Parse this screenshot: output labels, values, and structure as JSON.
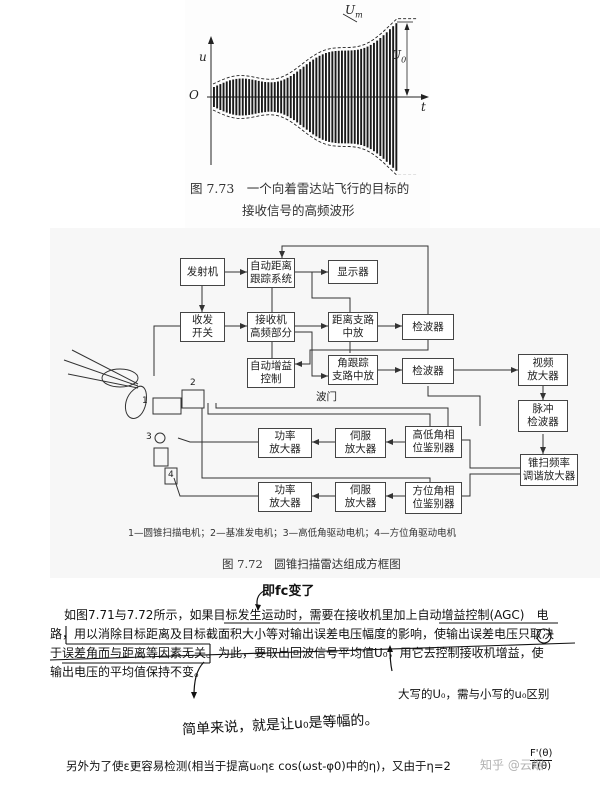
{
  "fig773": {
    "label_um": "U",
    "label_um_sub": "m",
    "label_u0": "U",
    "label_u0_sub": "0",
    "label_u": "u",
    "label_o": "O",
    "label_t": "t",
    "caption_line1": "图 7.73　一个向着雷达站飞行的目标的",
    "caption_line2": "接收信号的高频波形"
  },
  "fig772": {
    "blocks": {
      "transmitter": "发射机",
      "auto_range_l1": "自动距离",
      "auto_range_l2": "跟踪系统",
      "display": "显示器",
      "duplexer_l1": "收发",
      "duplexer_l2": "开关",
      "receiver_l1": "接收机",
      "receiver_l2": "高频部分",
      "range_if_l1": "距离支路",
      "range_if_l2": "中放",
      "detector1": "检波器",
      "agc_l1": "自动增益",
      "agc_l2": "控制",
      "angle_if_l1": "角跟踪",
      "angle_if_l2": "支路中放",
      "detector2": "检波器",
      "video_amp_l1": "视频",
      "video_amp_l2": "放大器",
      "pulse_det_l1": "脉冲",
      "pulse_det_l2": "检波器",
      "power_amp1_l1": "功率",
      "power_amp1_l2": "放大器",
      "servo1_l1": "伺服",
      "servo1_l2": "放大器",
      "elev_disc_l1": "高低角相",
      "elev_disc_l2": "位鉴别器",
      "power_amp2_l1": "功率",
      "power_amp2_l2": "放大器",
      "servo2_l1": "伺服",
      "servo2_l2": "放大器",
      "azim_disc_l1": "方位角相",
      "azim_disc_l2": "位鉴别器",
      "scan_amp_l1": "锥扫频率",
      "scan_amp_l2": "调谐放大器"
    },
    "wave_gate": "波门",
    "nums": [
      "1",
      "2",
      "3",
      "4"
    ],
    "legend": "1—圆锥扫描电机；2—基准发电机；3—高低角驱动电机；4—方位角驱动电机",
    "caption": "图 7.72　圆锥扫描雷达组成方框图"
  },
  "notes": {
    "handwritten_top": "即fc变了",
    "para_line1": "如图7.71与7.72所示，如果目标发生运动时，需要在接收机里加上自动增益控制(AGC)　电",
    "para_line2": "路，用以消除目标距离及目标截面积大小等对输出误差电压幅度的影响，使输出误差电压只取决",
    "para_line3": "于误差角而与距离等因素无关。为此，要取出回波信号平均值U₀，用它去控制接收机增益，使",
    "para_line4": "输出电压的平均值保持不变。",
    "handwritten_right": "大写的U₀，需与小写的u₀区别",
    "handwritten_mid": "简单来说，就是让u₀是等幅的。",
    "handwritten_bottom": "另外为了使ε更容易检测(相当于提高u₀ηε cos(ωst-φ0)中的η)，又由于η=2",
    "frac_num": "F'(θ)",
    "frac_den": "F(θ)",
    "watermark": "知乎 @云烟"
  }
}
